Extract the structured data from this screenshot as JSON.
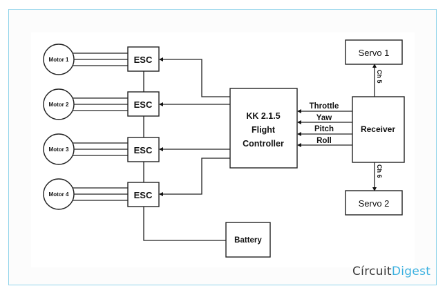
{
  "diagram": {
    "motors": [
      "Motor 1",
      "Motor 2",
      "Motor 3",
      "Motor 4"
    ],
    "escs": [
      "ESC",
      "ESC",
      "ESC",
      "ESC"
    ],
    "flight_controller": [
      "KK 2.1.5",
      "Flight",
      "Controller"
    ],
    "receiver": "Receiver",
    "receiver_signals": [
      "Throttle",
      "Yaw",
      "Pitch",
      "Roll"
    ],
    "servo1": "Servo 1",
    "servo2": "Servo 2",
    "ch5": "Ch 5",
    "ch6": "Ch 6",
    "battery": "Battery"
  },
  "logo": {
    "part1": "Círcuit",
    "part2": "Digest"
  },
  "colors": {
    "frame_border": "#8fd3ea",
    "logo_accent": "#3ab0e0",
    "logo_text": "#3a3a3a"
  }
}
